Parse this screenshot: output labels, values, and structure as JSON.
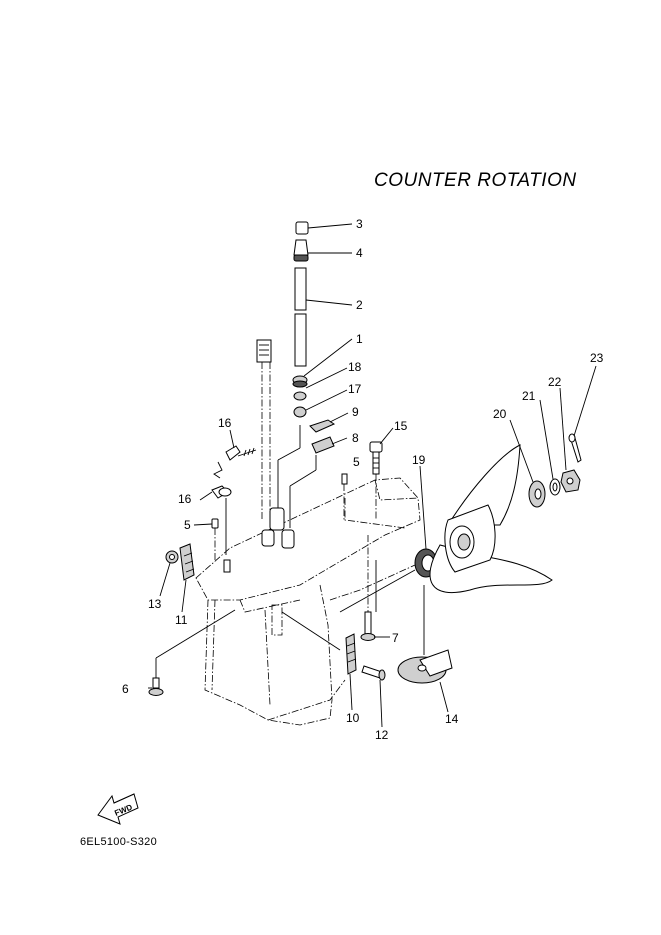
{
  "diagram": {
    "title": "COUNTER  ROTATION",
    "drawing_code": "6EL5100-S320",
    "fwd_label": "FWD",
    "callouts": [
      "3",
      "4",
      "2",
      "1",
      "18",
      "17",
      "9",
      "8",
      "15",
      "5",
      "16",
      "16",
      "5",
      "19",
      "20",
      "21",
      "22",
      "23",
      "13",
      "11",
      "7",
      "6",
      "10",
      "12",
      "14"
    ]
  }
}
